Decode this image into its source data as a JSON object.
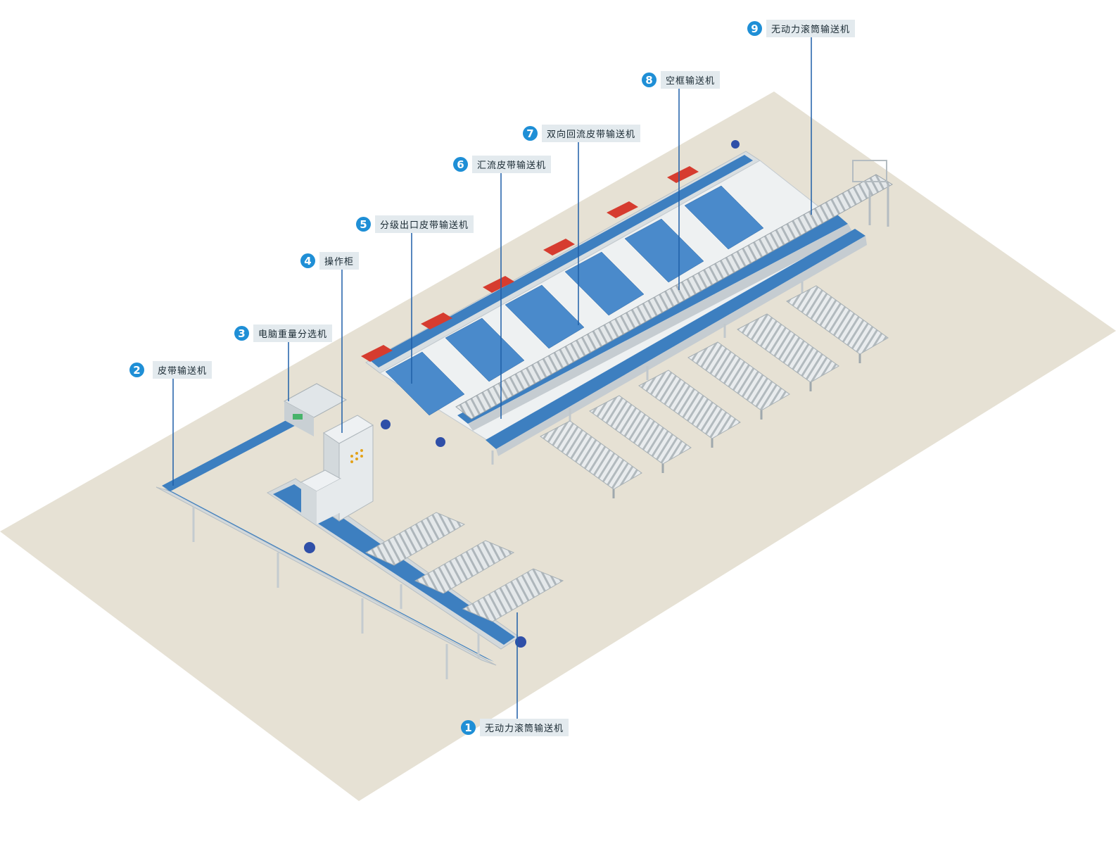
{
  "colors": {
    "floor": "#e6e1d4",
    "belt": "#3d7fc0",
    "frame": "#d4dadd",
    "leader": "#1e5fa8",
    "badge": "#1f8fd6",
    "lid": "#d63c2f"
  },
  "callouts": [
    {
      "num": "1",
      "label": "无动力滚筒输送机"
    },
    {
      "num": "2",
      "label": "皮带输送机"
    },
    {
      "num": "3",
      "label": "电脑重量分选机"
    },
    {
      "num": "4",
      "label": "操作柜"
    },
    {
      "num": "5",
      "label": "分级出口皮带输送机"
    },
    {
      "num": "6",
      "label": "汇流皮带输送机"
    },
    {
      "num": "7",
      "label": "双向回流皮带输送机"
    },
    {
      "num": "8",
      "label": "空框输送机"
    },
    {
      "num": "9",
      "label": "无动力滚筒输送机"
    }
  ]
}
